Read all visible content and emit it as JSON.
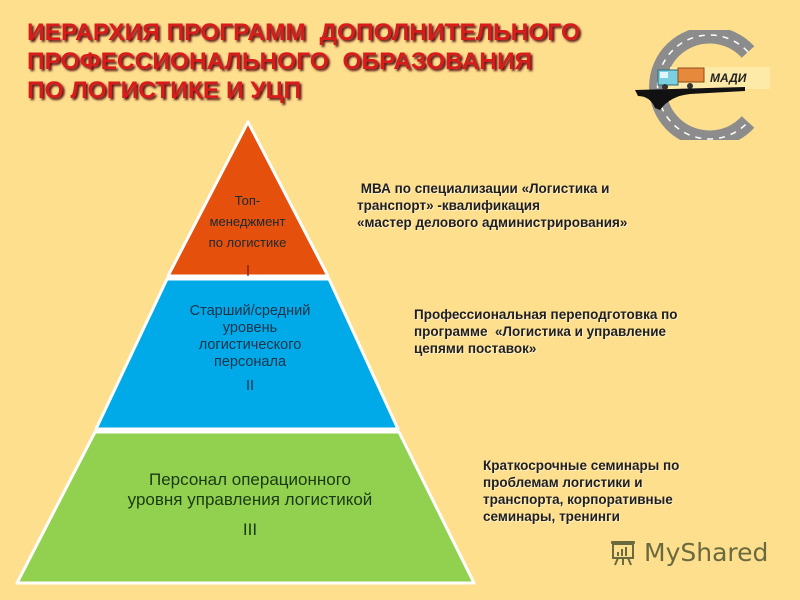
{
  "title": {
    "lines": [
      "ИЕРАРХИЯ ПРОГРАММ  ДОПОЛНИТЕЛЬНОГО",
      "ПРОФЕССИОНАЛЬНОГО  ОБРАЗОВАНИЯ",
      "ПО ЛОГИСТИКЕ И УЦП"
    ],
    "color": "#d81c1c"
  },
  "logo": {
    "text": "МАДИ",
    "icon": "road-truck-bridge-logo"
  },
  "pyramid": {
    "levels": [
      {
        "lines": [
          "Топ-",
          "менеджмент",
          "по логистике",
          "I"
        ],
        "color": "#e5500c",
        "description": [
          " МВА по специализации «Логистика и",
          "транспорт» -квалификация",
          "«мастер делового администрирования»"
        ]
      },
      {
        "lines": [
          "Старший/средний",
          "уровень",
          "логистического",
          "персонала"
        ],
        "numeral": "II",
        "color": "#00aae8",
        "description": [
          "Профессиональная переподготовка по",
          "программе  «Логистика и управление",
          "цепями поставок»"
        ]
      },
      {
        "lines": [
          "Персонал операционного",
          "уровня управления логистикой"
        ],
        "numeral": "III",
        "color": "#92d050",
        "description": [
          "Краткосрочные семинары по",
          "проблемам логистики и",
          "транспорта, корпоративные",
          "семинары, тренинги"
        ]
      }
    ]
  },
  "watermark": {
    "text": "MyShared",
    "icon": "presentation-chart-icon"
  },
  "colors": {
    "background": "#fedf8e",
    "level1": "#e5500c",
    "level2": "#00aae8",
    "level3": "#92d050",
    "title": "#d81c1c"
  }
}
